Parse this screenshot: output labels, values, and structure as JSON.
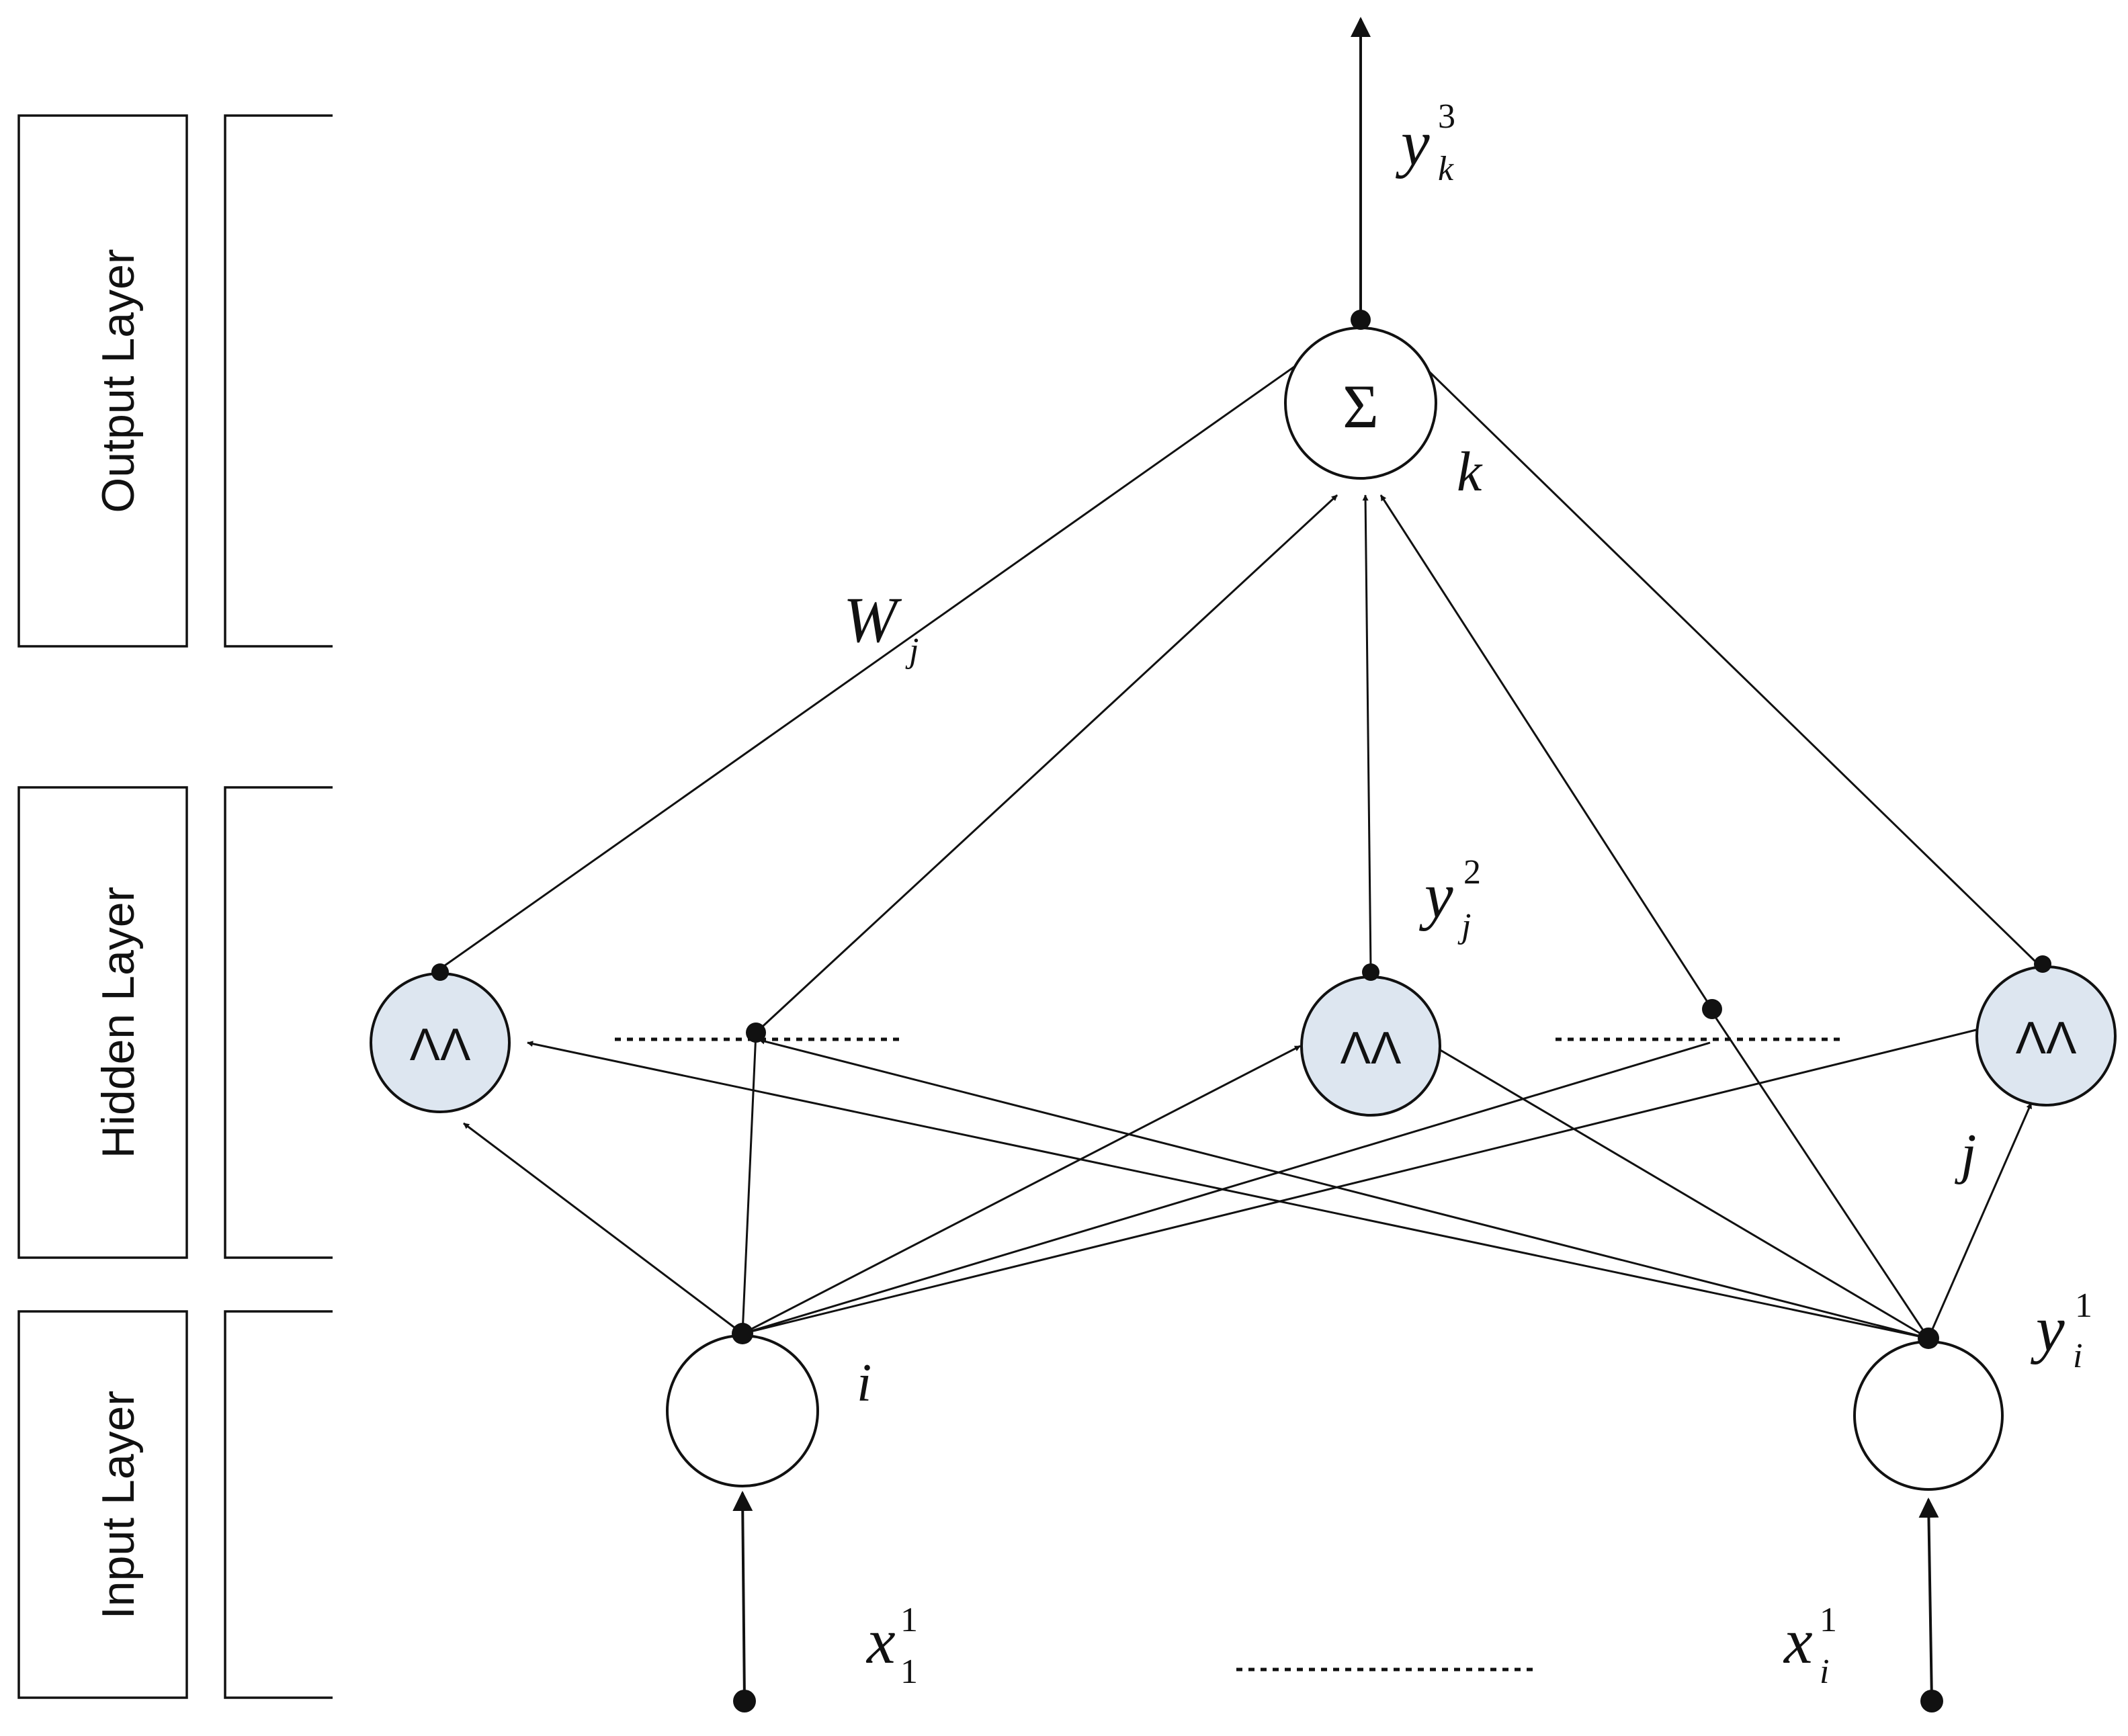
{
  "layers": {
    "output": "Output Layer",
    "hidden": "Hidden Layer",
    "input": "Input Layer"
  },
  "output_node": {
    "symbol": "Σ",
    "index": "k"
  },
  "hidden_node": {
    "symbol": "ΛΛ",
    "index": "j"
  },
  "input_node": {
    "index": "i"
  },
  "labels": {
    "output_signal": {
      "base": "y",
      "sub": "k",
      "sup": "3"
    },
    "weight": {
      "base": "W",
      "sub": "j"
    },
    "hidden_signal": {
      "base": "y",
      "sub": "j",
      "sup": "2"
    },
    "input_signal": {
      "base": "y",
      "sub": "i",
      "sup": "1"
    },
    "input_first": {
      "base": "x",
      "sub": "1",
      "sup": "1"
    },
    "input_last": {
      "base": "x",
      "sub": "i",
      "sup": "1"
    }
  },
  "colors": {
    "line": "#111111",
    "hidden_fill": "#dde6f0",
    "node_fill": "#ffffff"
  }
}
